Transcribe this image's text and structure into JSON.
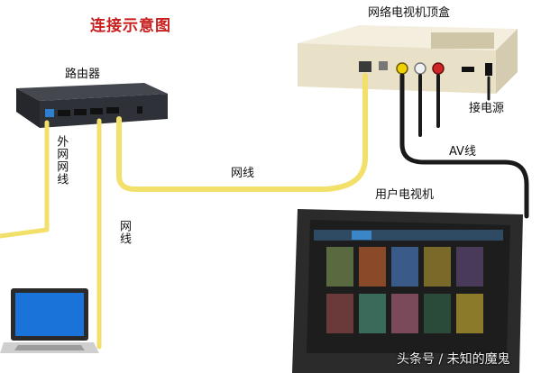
{
  "diagram": {
    "title": "连接示意图",
    "labels": {
      "router": "路由器",
      "set_top_box": "网络电视机顶盒",
      "power": "接电源",
      "network_cable_top": "网线",
      "external_cable": "外网网线",
      "network_cable_side": "网线",
      "av_cable": "AV线",
      "user_tv": "用户电视机"
    },
    "watermark": "头条号 / 未知的魔鬼"
  },
  "colors": {
    "title": "#c81e1e",
    "network_cable": "#f2e06a",
    "av_cable": "#1a1a1a",
    "router_body": "#2f3138",
    "stb_body": "#e8e1c8",
    "tv_frame": "#2b2b2b"
  }
}
